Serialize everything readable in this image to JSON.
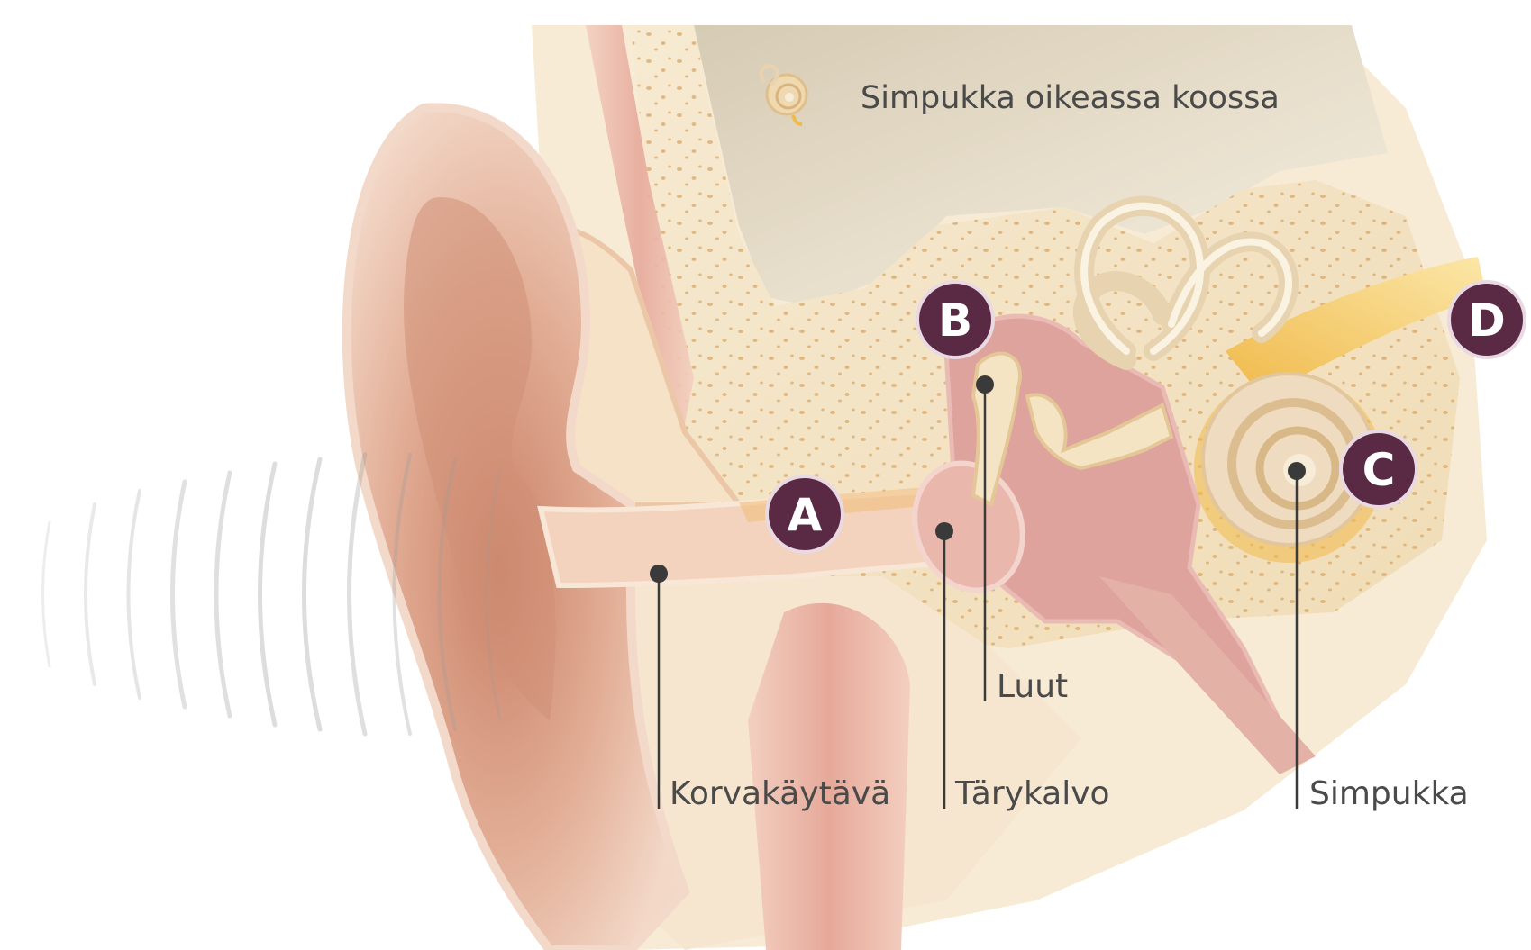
{
  "diagram": {
    "legend_title": "Simpukka oikeassa koossa",
    "markers": {
      "a": "A",
      "b": "B",
      "c": "C",
      "d": "D"
    },
    "labels": {
      "ear_canal": "Korvakäytävä",
      "eardrum": "Tärykalvo",
      "bones": "Luut",
      "cochlea": "Simpukka"
    },
    "colors": {
      "marker_fill": "#5a2a45",
      "marker_ring": "#e9d9e2",
      "leader_line": "#3a3a3a",
      "label_text": "#4a4a4a",
      "skin": "#e7b9a0",
      "bone": "#f4e6c8",
      "cochlea": "#efd9b0",
      "nerve": "#f1c764",
      "middle_ear": "#d89a95"
    }
  }
}
